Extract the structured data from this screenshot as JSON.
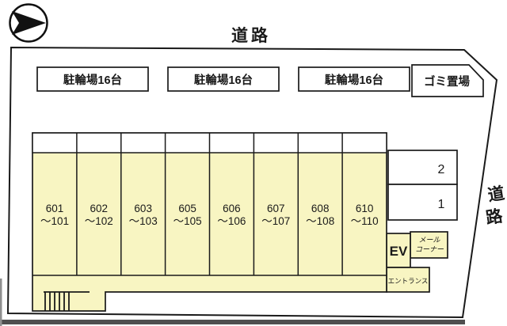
{
  "colors": {
    "building_fill": "#f8f5c2",
    "line": "#1a1a1a",
    "road_bar": "#4f4f4f"
  },
  "roads": {
    "top": "道路",
    "right_char1": "道",
    "right_char2": "路"
  },
  "bike_parking": [
    {
      "label": "駐輪場16台"
    },
    {
      "label": "駐輪場16台"
    },
    {
      "label": "駐輪場16台"
    }
  ],
  "garbage_area": {
    "label": "ゴミ置場"
  },
  "rooms": [
    {
      "line1": "601",
      "line2": "〜101"
    },
    {
      "line1": "602",
      "line2": "〜102"
    },
    {
      "line1": "603",
      "line2": "〜103"
    },
    {
      "line1": "605",
      "line2": "〜105"
    },
    {
      "line1": "606",
      "line2": "〜106"
    },
    {
      "line1": "607",
      "line2": "〜107"
    },
    {
      "line1": "608",
      "line2": "〜108"
    },
    {
      "line1": "610",
      "line2": "〜110"
    }
  ],
  "parking_stalls": [
    {
      "number": "2"
    },
    {
      "number": "1"
    }
  ],
  "facilities": {
    "elevator": "EV",
    "mail_line1": "メール",
    "mail_line2": "コーナー",
    "entrance": "エントランス"
  }
}
